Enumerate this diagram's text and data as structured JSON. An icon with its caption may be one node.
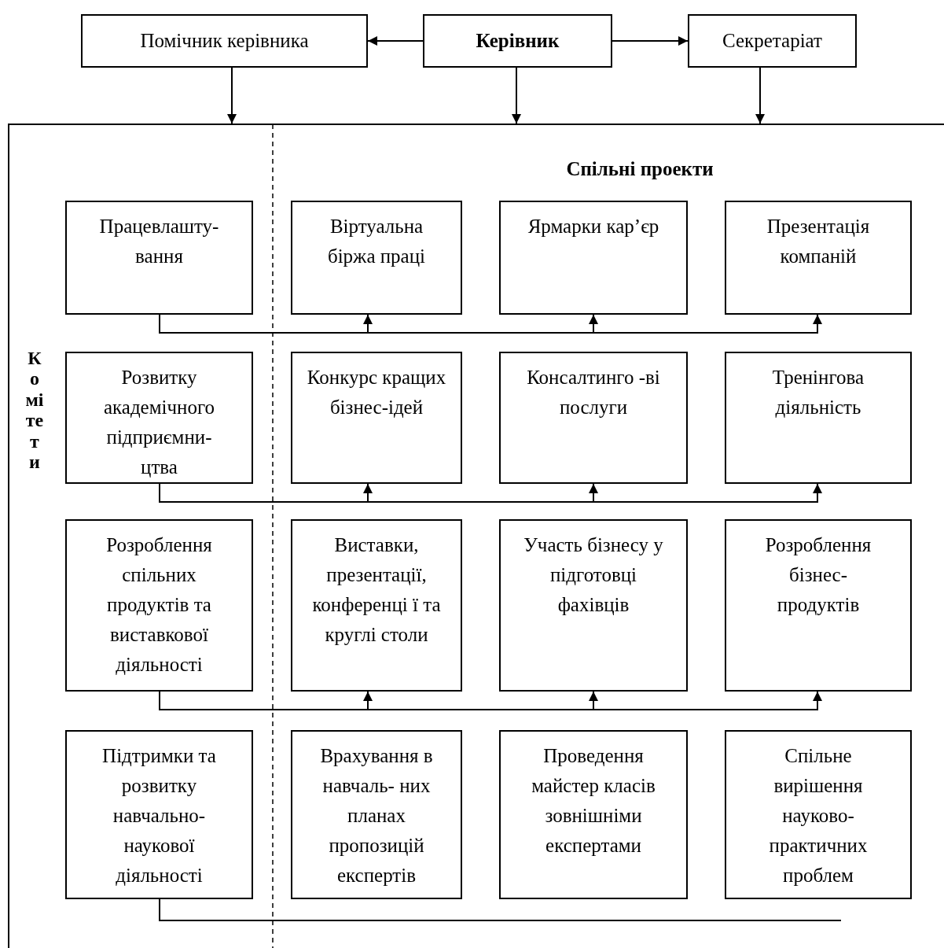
{
  "diagram": {
    "nodes": [
      {
        "text": [
          "Помічник керівника"
        ]
      },
      {
        "text": [
          "Керівник"
        ]
      },
      {
        "text": [
          "Секретаріат"
        ]
      },
      {
        "text": [
          "Спільні проекти",
          "Комітети"
        ]
      },
      {
        "text": [
          "Працевлашту- вання"
        ],
        "in": 3
      },
      {
        "text": [
          "Віртуальна біржа праці"
        ],
        "in": 3
      },
      {
        "text": [
          "Ярмарки кар’єр"
        ],
        "in": 3
      },
      {
        "text": [
          "Презентація компаній"
        ],
        "in": 3
      },
      {
        "text": [
          "Розвитку академічного підприємни- цтва"
        ],
        "in": 3
      },
      {
        "text": [
          "Конкурс кращих бізнес-ідей"
        ],
        "in": 3
      },
      {
        "text": [
          "Консалтинго -ві послуги"
        ],
        "in": 3
      },
      {
        "text": [
          "Тренінгова діяльність"
        ],
        "in": 3
      },
      {
        "text": [
          "Розроблення спільних продуктів та виставкової діяльності"
        ],
        "in": 3
      },
      {
        "text": [
          "Виставки, презентації, конференці ї та круглі столи"
        ],
        "in": 3
      },
      {
        "text": [
          "Участь бізнесу у підготовці фахівців"
        ],
        "in": 3
      },
      {
        "text": [
          "Розроблення бізнес- продуктів"
        ],
        "in": 3
      },
      {
        "text": [
          "Підтримки та розвитку навчально- наукової діяльності"
        ],
        "in": 3
      },
      {
        "text": [
          "Врахування в навчаль- них планах пропозицій експертів"
        ],
        "in": 3
      },
      {
        "text": [
          "Проведення майстер класів зовнішніми експертами"
        ],
        "in": 3
      },
      {
        "text": [
          "Спільне вирішення науково- практичних проблем"
        ],
        "in": 3
      }
    ],
    "edges": [
      {
        "from": 1,
        "to": 0,
        "arrow": "to"
      },
      {
        "from": 1,
        "to": 2,
        "arrow": "to"
      },
      {
        "from": 0,
        "to": 3,
        "arrow": "to"
      },
      {
        "from": 1,
        "to": 3,
        "arrow": "to"
      },
      {
        "from": 2,
        "to": 3,
        "arrow": "to"
      },
      {
        "from": 4,
        "to": 5,
        "arrow": "to"
      },
      {
        "from": 4,
        "to": 6,
        "arrow": "to"
      },
      {
        "from": 4,
        "to": 7,
        "arrow": "to"
      },
      {
        "from": 8,
        "to": 9,
        "arrow": "to"
      },
      {
        "from": 8,
        "to": 10,
        "arrow": "to"
      },
      {
        "from": 8,
        "to": 11,
        "arrow": "to"
      },
      {
        "from": 12,
        "to": 13,
        "arrow": "to"
      },
      {
        "from": 12,
        "to": 14,
        "arrow": "to"
      },
      {
        "from": 12,
        "to": 15,
        "arrow": "to"
      },
      {
        "from": 16,
        "to": null,
        "arrow": "none"
      }
    ]
  }
}
